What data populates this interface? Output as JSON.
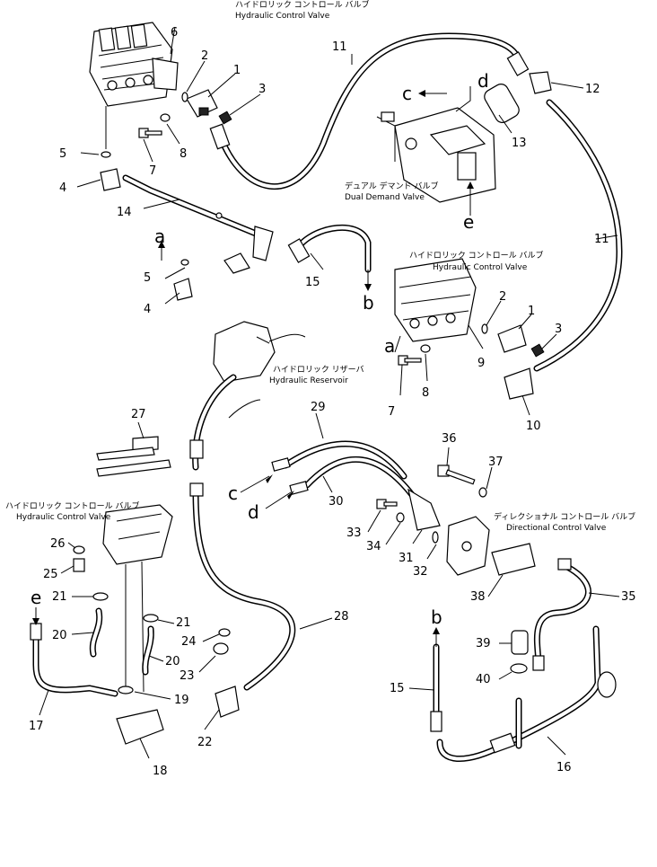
{
  "captions": {
    "hcv_top_jp": "ハイドロリック コントロール バルブ",
    "hcv_top_en": "Hydraulic Control Valve",
    "ddv_jp": "デュアル デマンド バルブ",
    "ddv_en": "Dual Demand Valve",
    "hcv_mid_jp": "ハイドロリック コントロール バルブ",
    "hcv_mid_en": "Hydraulic Control Valve",
    "res_jp": "ハイドロリック リザーバ",
    "res_en": "Hydraulic Reservoir",
    "hcv_left_jp": "ハイドロリック コントロール バルブ",
    "hcv_left_en": "Hydraulic Control Valve",
    "dcv_jp": "ディレクショナル コントロール バルブ",
    "dcv_en": "Directional Control Valve"
  },
  "letters": {
    "a1": "a",
    "a2": "a",
    "b1": "b",
    "b2": "b",
    "c1": "c",
    "c2": "c",
    "d1": "d",
    "d2": "d",
    "e1": "e",
    "e2": "e"
  },
  "parts": {
    "p1a": "1",
    "p2a": "2",
    "p3a": "3",
    "p4a": "4",
    "p5a": "5",
    "p6": "6",
    "p7a": "7",
    "p8a": "8",
    "p11a": "11",
    "p12": "12",
    "p13": "13",
    "p14": "14",
    "p5b": "5",
    "p4b": "4",
    "p15a": "15",
    "p11b": "11",
    "p2b": "2",
    "p1b": "1",
    "p3b": "3",
    "p9": "9",
    "p7b": "7",
    "p8b": "8",
    "p10": "10",
    "p27": "27",
    "p29": "29",
    "p30": "30",
    "p36": "36",
    "p37": "37",
    "p33": "33",
    "p34": "34",
    "p31": "31",
    "p32": "32",
    "p26": "26",
    "p25": "25",
    "p21a": "21",
    "p20a": "20",
    "p21b": "21",
    "p24": "24",
    "p20b": "20",
    "p23": "23",
    "p19": "19",
    "p17": "17",
    "p18": "18",
    "p22": "22",
    "p28": "28",
    "p38": "38",
    "p35": "35",
    "p39": "39",
    "p40": "40",
    "p15b": "15",
    "p16": "16"
  }
}
